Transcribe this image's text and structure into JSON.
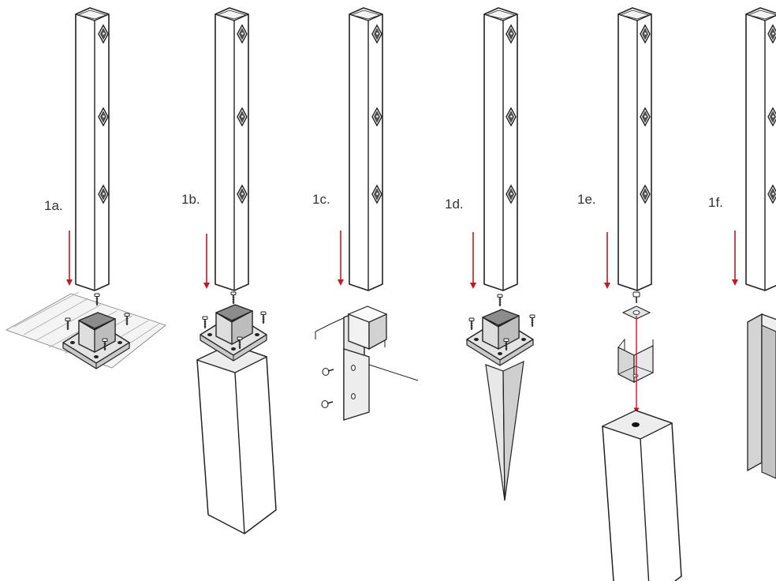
{
  "labels": {
    "a": "1a.",
    "b": "1b.",
    "c": "1c.",
    "d": "1d.",
    "e": "1e.",
    "f": "1f."
  },
  "colors": {
    "line": "#222222",
    "arrow": "#c8161d",
    "metal_light": "#e4e4e4",
    "metal_mid": "#c9c9c9",
    "metal_dark": "#a8a8a8",
    "white": "#ffffff"
  },
  "icons": {
    "post_bracket": "diamond-bracket-icon",
    "screw": "screw-icon",
    "washer": "washer-icon"
  }
}
